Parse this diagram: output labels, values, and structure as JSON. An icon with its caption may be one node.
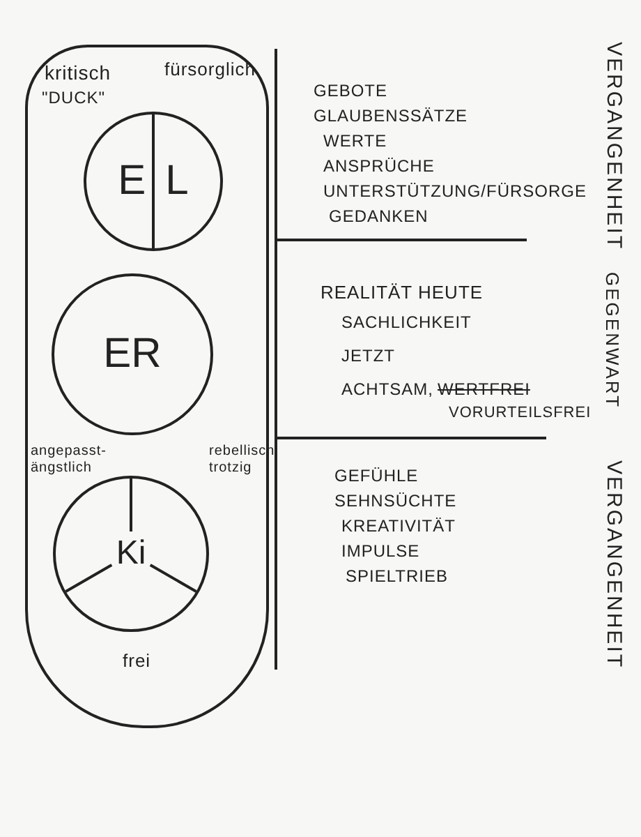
{
  "diagram": {
    "nodes": [
      {
        "text": [],
        "shape": "box"
      },
      {
        "text": [
          "EL"
        ],
        "in": 0
      },
      {
        "text": [
          "ER"
        ],
        "in": 0
      },
      {
        "text": [
          "Ki"
        ],
        "in": 0
      }
    ],
    "labels": [
      "kritisch",
      "\"DUCK\"",
      "fürsorglich",
      "GEBOTE",
      "GLAUBENSSÄTZE",
      "WERTE",
      "ANSPRÜCHE",
      "UNTERSTÜTZUNG/FÜRSORGE",
      "GEDANKEN",
      "VERGANGENHEIT",
      "REALITÄT HEUTE",
      "SACHLICHKEIT",
      "JETZT",
      "ACHTSAM,",
      "WERTFREI",
      "VORURTEILSFREI",
      "GEGENWART",
      "angepasst- ängstlich",
      "rebellisch trotzig",
      "GEFÜHLE",
      "SEHNSÜCHTE",
      "KREATIVITÄT",
      "IMPULSE",
      "SPIELTRIEB",
      "VERGANGENHEIT",
      "frei"
    ]
  }
}
